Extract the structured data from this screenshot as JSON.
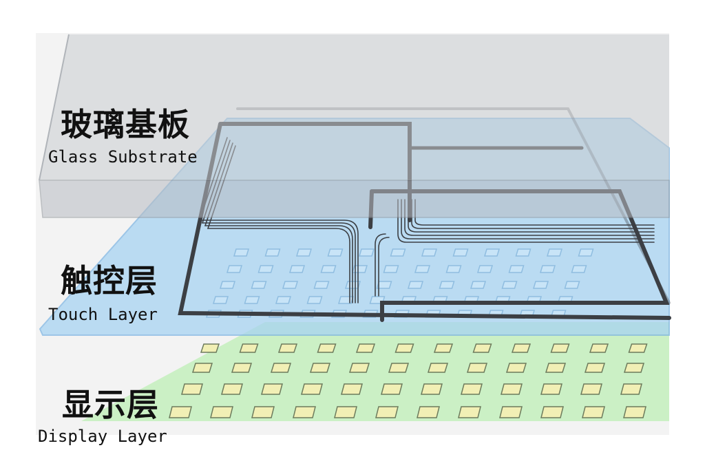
{
  "layers": [
    {
      "name_cn": "玻璃基板",
      "name_en": "Glass Substrate"
    },
    {
      "name_cn": "触控层",
      "name_en": "Touch Layer"
    },
    {
      "name_cn": "显示层",
      "name_en": "Display Layer"
    }
  ],
  "colors": {
    "panel_bg": "#f3f3f3",
    "glass": "#c9ccd0",
    "touch": "#9fcdf0",
    "display": "#c6f0c0",
    "pad": "#f1efb5",
    "trace": "#3c3f44"
  }
}
